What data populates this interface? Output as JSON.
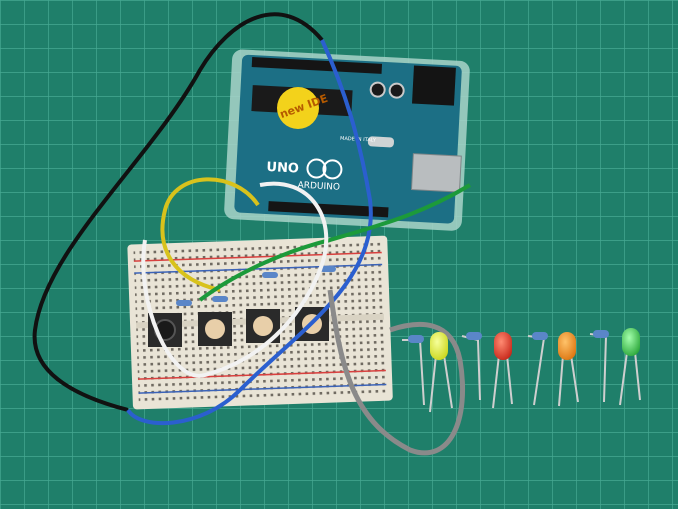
{
  "board": {
    "brand_text": "ARDUINO",
    "model_text": "UNO",
    "sticker_text": "new IDE",
    "made_in_text": "MADE IN ITALY"
  },
  "colors": {
    "mat": "#1f7f6a",
    "mat_grid": "#46a892",
    "board_pcb": "#1c6f85",
    "board_case": "#a9d3c9",
    "breadboard": "#e9e4d6",
    "rail_red": "#d8413f",
    "rail_blue": "#3b63b8",
    "wire_black": "#111111",
    "wire_blue": "#2b5fcf",
    "wire_yellow": "#d8c21c",
    "wire_green": "#1c9a3a",
    "wire_white": "#f2f2f2",
    "wire_gray": "#8a8a8a",
    "led_yellow": "#d8e624",
    "led_red": "#e0311f",
    "led_orange": "#f08a11",
    "led_green": "#37c94a"
  },
  "leds": [
    {
      "color": "yellow"
    },
    {
      "color": "red"
    },
    {
      "color": "orange"
    },
    {
      "color": "green"
    }
  ],
  "pushbuttons": [
    {
      "cap": "black"
    },
    {
      "cap": "beige"
    },
    {
      "cap": "beige"
    },
    {
      "cap": "beige"
    }
  ]
}
